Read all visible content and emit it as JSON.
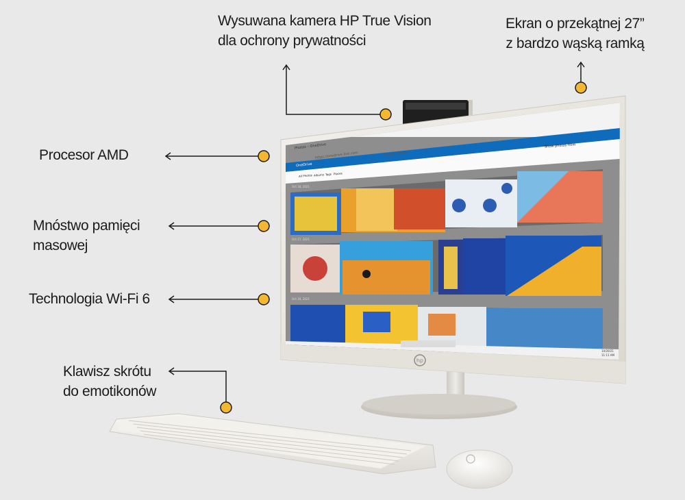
{
  "callouts": {
    "camera": {
      "line1": "Wysuwana kamera HP True Vision",
      "line2": "dla ochrony prywatności"
    },
    "screen": {
      "line1": "Ekran o przekątnej 27”",
      "line2": "z bardzo wąską ramką"
    },
    "cpu": {
      "line1": "Procesor AMD"
    },
    "storage": {
      "line1": "Mnóstwo pamięci",
      "line2": "masowej"
    },
    "wifi": {
      "line1": "Technologia Wi-Fi 6"
    },
    "emoji_key": {
      "line1": "Klawisz skrótu",
      "line2": "do emotikonów"
    }
  },
  "screen_ui": {
    "tab_title": "Photos – OneDrive",
    "address": "https://onedrive.live.com",
    "search_placeholder": "Search photos",
    "app_name": "OneDrive",
    "nav_tabs": [
      "All Photos",
      "Albums",
      "Tags",
      "Places"
    ],
    "show_photos_from": "Show photos from",
    "group_dates": [
      "Oct 18, 2021",
      "Oct 17, 2021",
      "Oct 16, 2021"
    ],
    "taskbar_date": "10/20/21",
    "taskbar_time": "11:11 AM"
  },
  "colors": {
    "accent": "#f3b731",
    "onedrive_blue": "#0f6cbd",
    "background": "#e9e9e9"
  }
}
